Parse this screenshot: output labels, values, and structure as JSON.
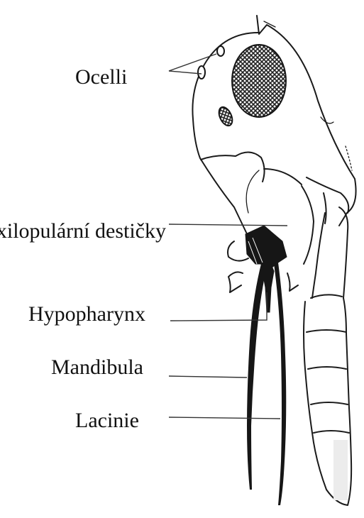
{
  "labels": {
    "ocelli": "Ocelli",
    "maxillary_plates": "Maxilopulární destičky",
    "hypopharynx": "Hypopharynx",
    "mandibula": "Mandibula",
    "lacinie": "Lacinie"
  },
  "colors": {
    "ink": "#1a1a1a",
    "background": "#ffffff"
  }
}
